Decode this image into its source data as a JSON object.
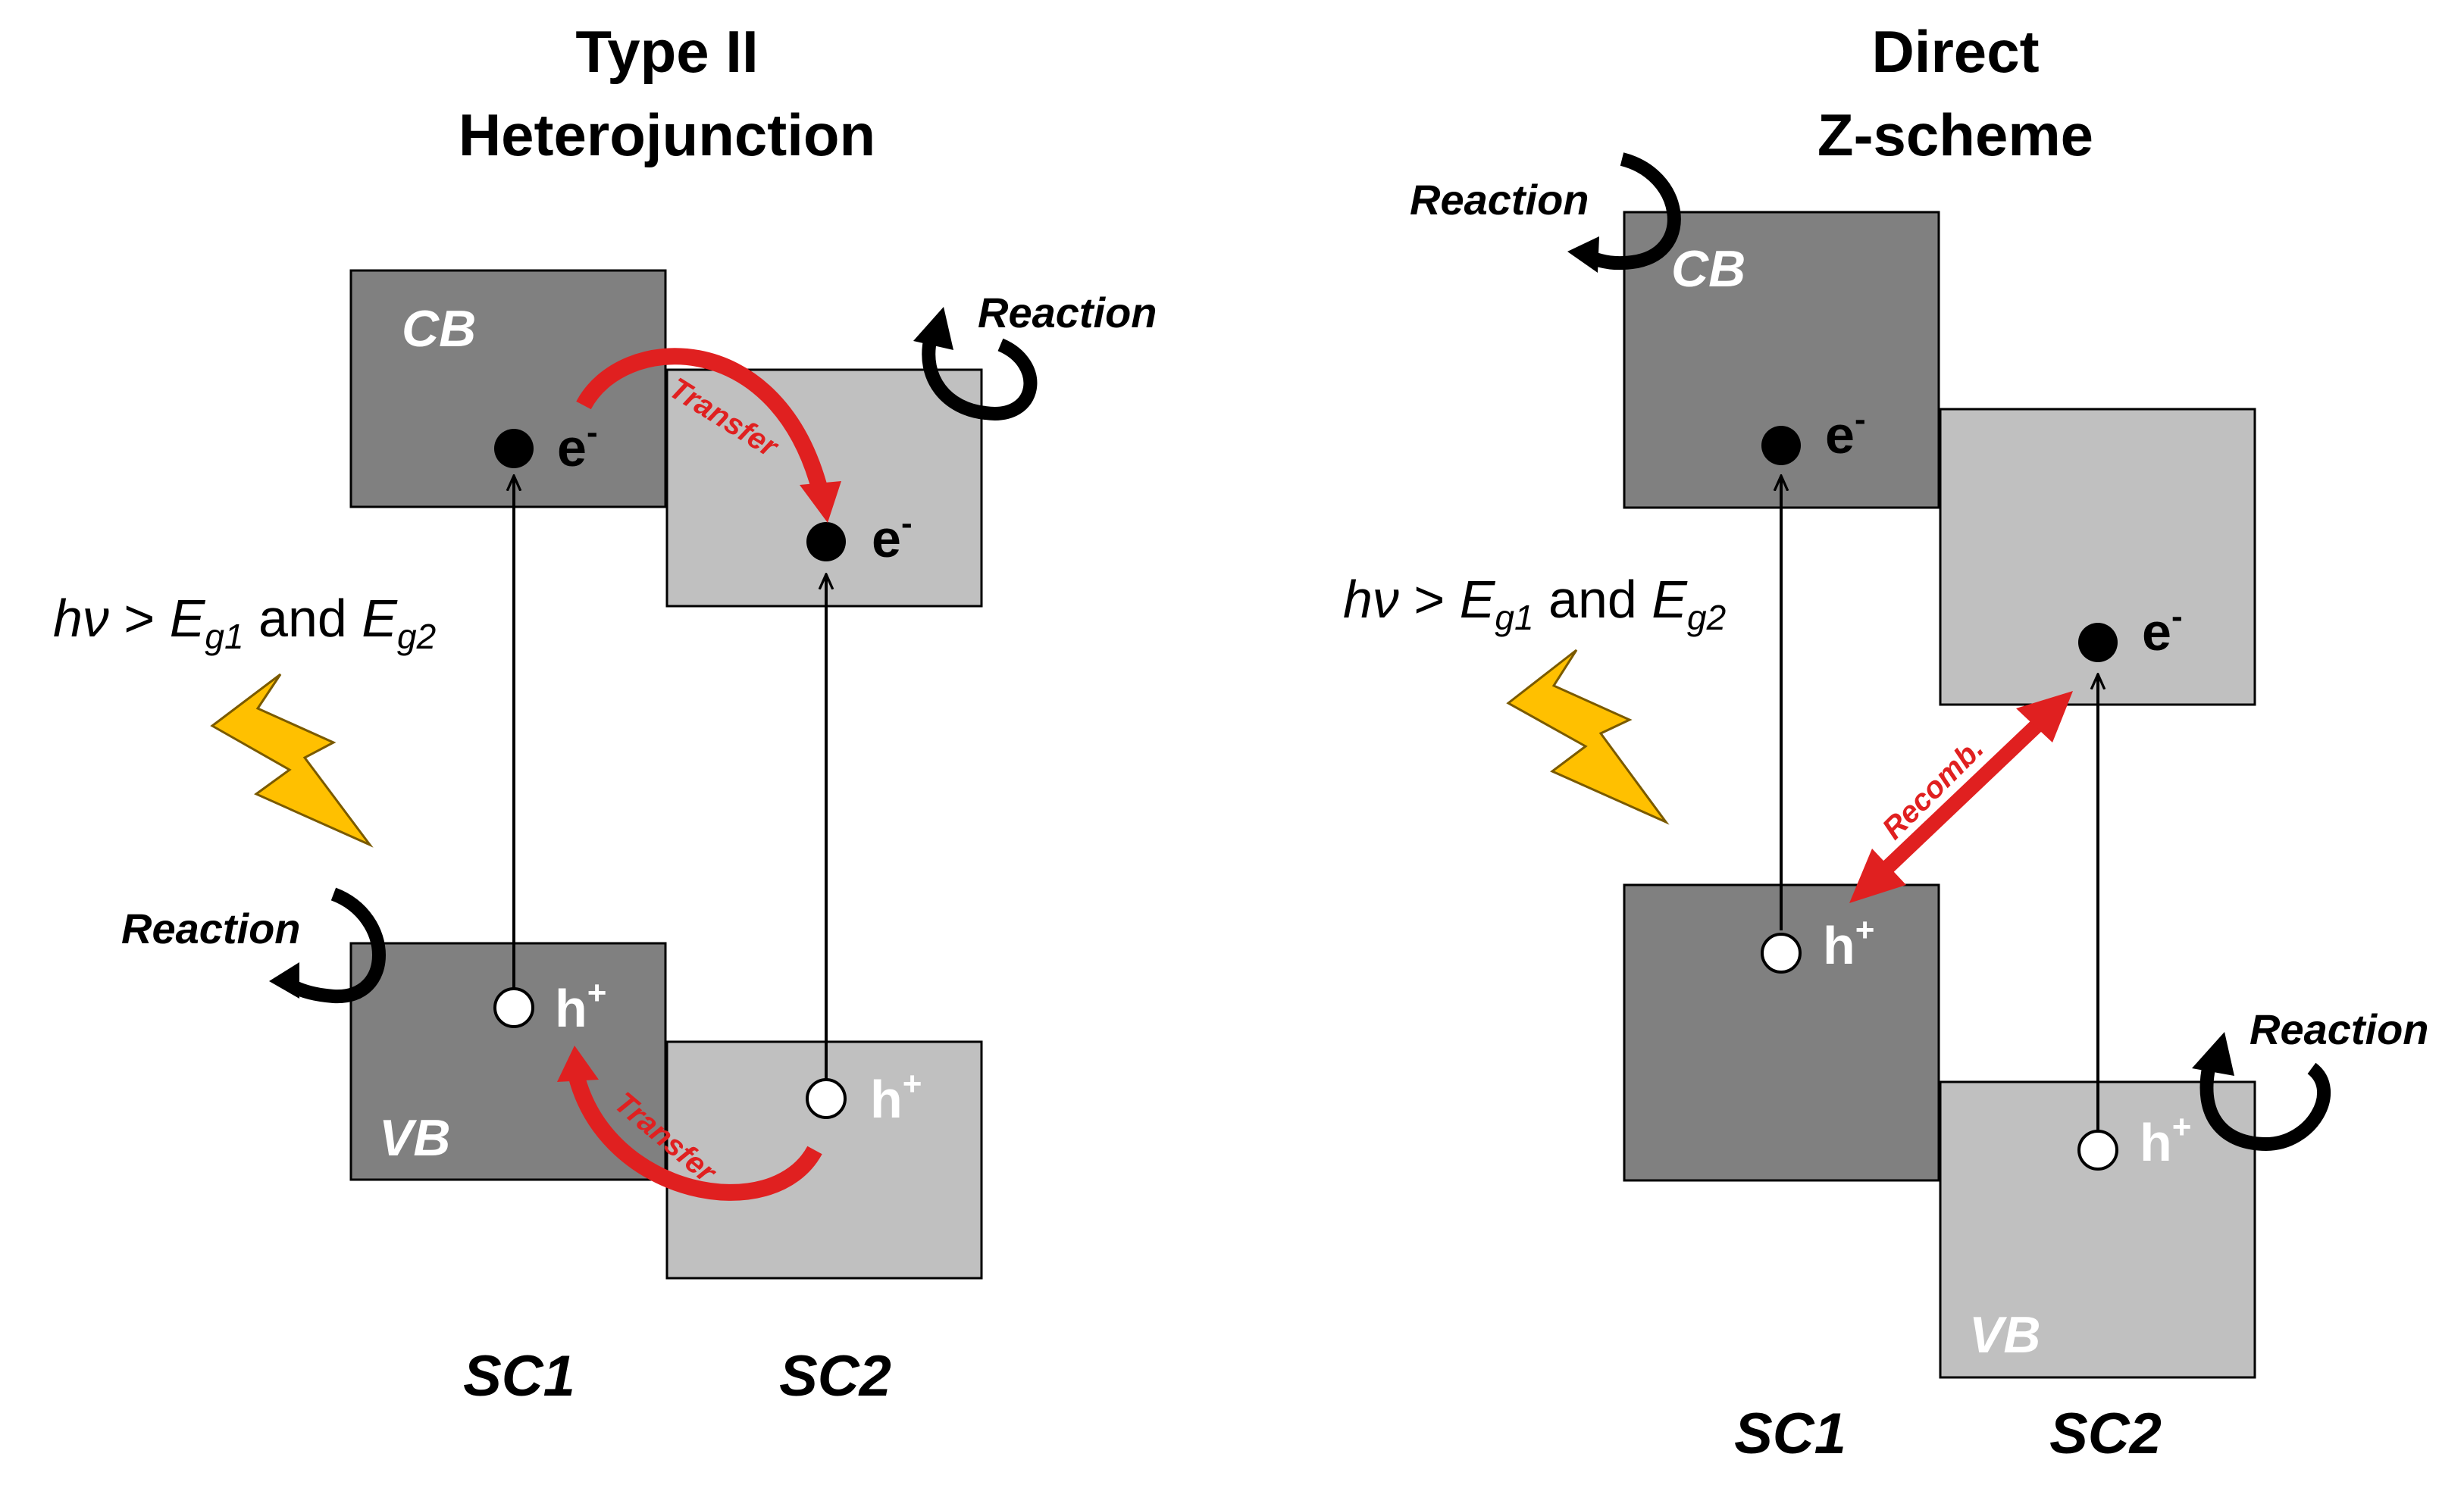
{
  "panels": {
    "type2": {
      "title_line1": "Type II",
      "title_line2": "Heterojunction",
      "cb_label": "CB",
      "vb_label": "VB",
      "sc1_label": "SC1",
      "sc2_label": "SC2",
      "electron": "e",
      "electron_sup": "-",
      "hole": "h",
      "hole_sup": "+",
      "reaction_top": "Reaction",
      "reaction_bottom": "Reaction",
      "transfer_top": "Transfer",
      "transfer_bottom": "Transfer",
      "photon": {
        "hv": "hν",
        "gt": " > ",
        "E1": "E",
        "sub1": "g1",
        "and": " and ",
        "E2": "E",
        "sub2": "g2"
      }
    },
    "zscheme": {
      "title_line1": "Direct",
      "title_line2": "Z-scheme",
      "cb_label": "CB",
      "vb_label": "VB",
      "sc1_label": "SC1",
      "sc2_label": "SC2",
      "electron": "e",
      "electron_sup": "-",
      "hole": "h",
      "hole_sup": "+",
      "reaction_top": "Reaction",
      "reaction_bottom": "Reaction",
      "recomb": "Recomb.",
      "photon": {
        "hv": "hν",
        "gt": " > ",
        "E1": "E",
        "sub1": "g1",
        "and": " and ",
        "E2": "E",
        "sub2": "g2"
      }
    }
  },
  "colors": {
    "sc1_band": "#808080",
    "sc2_band": "#c0c0c0",
    "arrow_red": "#e02020",
    "lightning": "#ffc000"
  }
}
